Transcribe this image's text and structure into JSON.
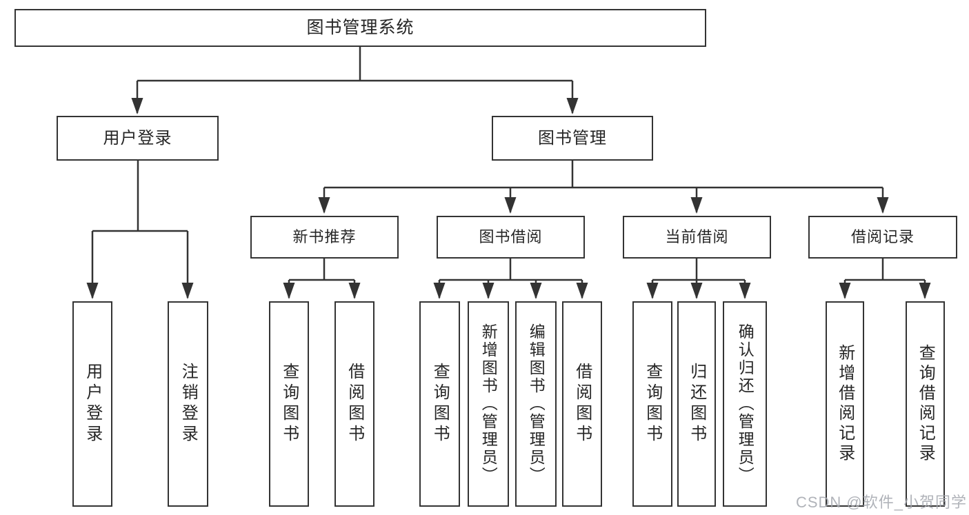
{
  "diagram": {
    "watermark": "CSDN @软件_小贺同学",
    "colors": {
      "line": "#333333",
      "box_border": "#333333",
      "box_background": "#ffffff",
      "text": "#262626",
      "watermark": "#a6a9b0"
    },
    "tree": {
      "label": "图书管理系统",
      "children": [
        {
          "label": "用户登录",
          "children": [
            {
              "label": "用户登录"
            },
            {
              "label": "注销登录"
            }
          ]
        },
        {
          "label": "图书管理",
          "children": [
            {
              "label": "新书推荐",
              "children": [
                {
                  "label": "查询图书"
                },
                {
                  "label": "借阅图书"
                }
              ]
            },
            {
              "label": "图书借阅",
              "children": [
                {
                  "label": "查询图书"
                },
                {
                  "label": "新增图书（管理员）"
                },
                {
                  "label": "编辑图书（管理员）"
                },
                {
                  "label": "借阅图书"
                }
              ]
            },
            {
              "label": "当前借阅",
              "children": [
                {
                  "label": "查询图书"
                },
                {
                  "label": "归还图书"
                },
                {
                  "label": "确认归还（管理员）"
                }
              ]
            },
            {
              "label": "借阅记录",
              "children": [
                {
                  "label": "新增借阅记录"
                },
                {
                  "label": "查询借阅记录"
                }
              ]
            }
          ]
        }
      ]
    }
  }
}
